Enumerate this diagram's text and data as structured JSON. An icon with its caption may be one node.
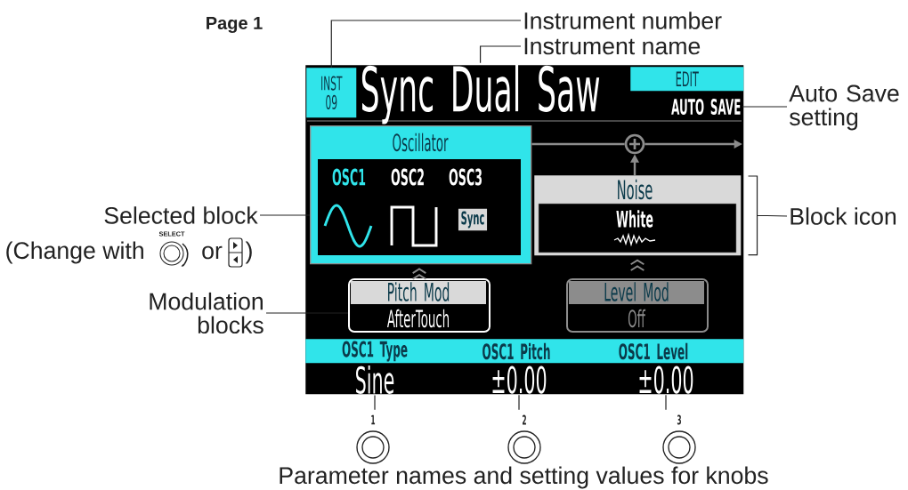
{
  "diagram": {
    "title": "Page 1",
    "nodes": [
      {
        "text": [],
        "shape": "box"
      },
      {
        "text": [
          "INST 09"
        ],
        "in": 0
      },
      {
        "text": [
          "Sync Dual Saw"
        ],
        "in": 0
      },
      {
        "text": [
          "EDIT"
        ],
        "in": 0
      },
      {
        "text": [
          "AUTO SAVE"
        ],
        "in": 0
      },
      {
        "text": [
          "Oscillator",
          "OSC1",
          "OSC2",
          "OSC3"
        ],
        "in": 0
      },
      {
        "text": [
          "Sync"
        ],
        "in": 5
      },
      {
        "text": [],
        "shape": "circle",
        "in": 0
      },
      {
        "text": [
          "Noise",
          "White"
        ],
        "in": 0
      },
      {
        "text": [
          "Pitch Mod",
          "AfterTouch"
        ],
        "in": 0
      },
      {
        "text": [
          "Level Mod",
          "Off"
        ],
        "in": 0
      },
      {
        "text": [
          "OSC1 Type",
          "OSC1 Pitch",
          "OSC1 Level"
        ],
        "in": 0
      },
      {
        "text": [
          "Sine"
        ],
        "in": 0
      },
      {
        "text": [
          "±0.00"
        ],
        "in": 0
      },
      {
        "text": [
          "±0.00"
        ],
        "in": 0
      },
      {
        "text": [
          "1"
        ]
      },
      {
        "text": [
          "2"
        ]
      },
      {
        "text": [
          "3"
        ]
      },
      {
        "text": [
          "Instrument number"
        ]
      },
      {
        "text": [
          "Instrument name"
        ]
      },
      {
        "text": [
          "Auto Save setting"
        ]
      },
      {
        "text": [
          "Selected block"
        ]
      },
      {
        "text": [
          "Block icon"
        ]
      },
      {
        "text": [
          "Modulation blocks"
        ]
      }
    ],
    "edges": [
      {
        "from": 18,
        "to": 1,
        "arrow": "none"
      },
      {
        "from": 19,
        "to": 2,
        "arrow": "none"
      },
      {
        "from": 20,
        "to": 4,
        "arrow": "none"
      },
      {
        "from": 21,
        "to": 5,
        "arrow": "none"
      },
      {
        "from": 22,
        "to": 8,
        "arrow": "none"
      },
      {
        "from": 23,
        "to": 9,
        "arrow": "none"
      },
      {
        "from": 12,
        "to": 15,
        "arrow": "none"
      },
      {
        "from": 13,
        "to": 16,
        "arrow": "none"
      },
      {
        "from": 14,
        "to": 17,
        "arrow": "none"
      },
      {
        "from": 5,
        "to": 7,
        "arrow": "none",
        "color": "#8c8c8c"
      },
      {
        "from": 7,
        "to": null,
        "arrow": "to",
        "color": "#8c8c8c"
      },
      {
        "from": 8,
        "to": 7,
        "arrow": "to",
        "color": "#8c8c8c"
      },
      {
        "from": 9,
        "to": 5,
        "arrow": "to",
        "color": "#8c8c8c"
      },
      {
        "from": 10,
        "to": 8,
        "arrow": "to",
        "color": "#8c8c8c"
      }
    ],
    "labels": [
      "(Change with",
      "SELECT",
      "or",
      ")",
      "Parameter names and setting values for knobs"
    ]
  }
}
